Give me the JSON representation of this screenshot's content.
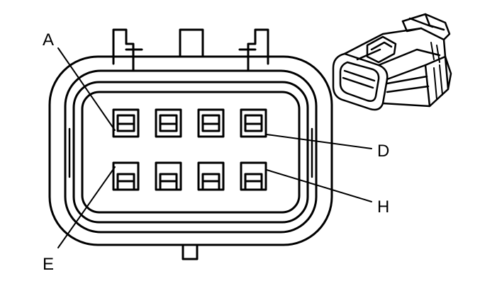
{
  "colors": {
    "stroke": "#000000",
    "background": "#ffffff"
  },
  "connector_face": {
    "pin_rows": [
      [
        "A",
        "",
        "",
        "D"
      ],
      [
        "E",
        "",
        "",
        "H"
      ]
    ]
  },
  "callouts": {
    "a": "A",
    "d": "D",
    "e": "E",
    "h": "H"
  }
}
